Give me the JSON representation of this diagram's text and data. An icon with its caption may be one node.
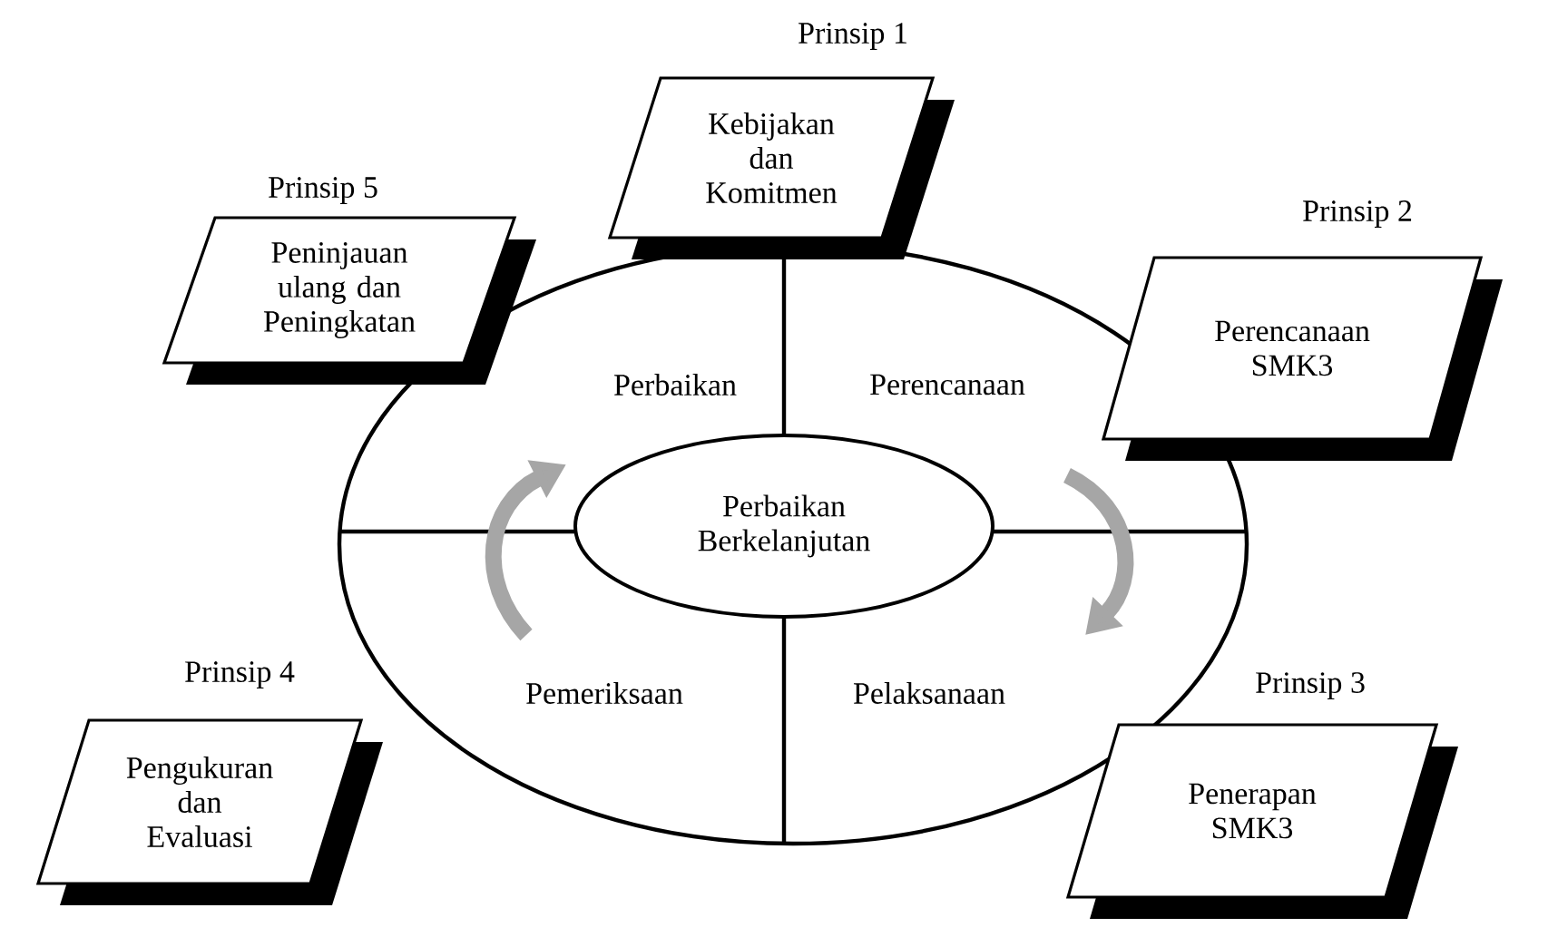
{
  "diagram": {
    "nodes": [
      {
        "text": [
          "Kebijakan dan Komitmen"
        ],
        "beside": [
          "Prinsip 1"
        ]
      },
      {
        "text": [
          "Perencanaan SMK3"
        ],
        "beside": [
          "Prinsip 2"
        ]
      },
      {
        "text": [
          "Penerapan SMK3"
        ],
        "beside": [
          "Prinsip 3"
        ]
      },
      {
        "text": [
          "Pengukuran dan Evaluasi"
        ],
        "beside": [
          "Prinsip 4"
        ]
      },
      {
        "text": [
          "Peninjauan ulang dan Peningkatan"
        ],
        "beside": [
          "Prinsip 5"
        ]
      },
      {
        "text": [
          "Perbaikan Berkelanjutan"
        ]
      }
    ],
    "labels": [
      "Perbaikan",
      "Perencanaan",
      "Pemeriksaan",
      "Pelaksanaan"
    ]
  }
}
